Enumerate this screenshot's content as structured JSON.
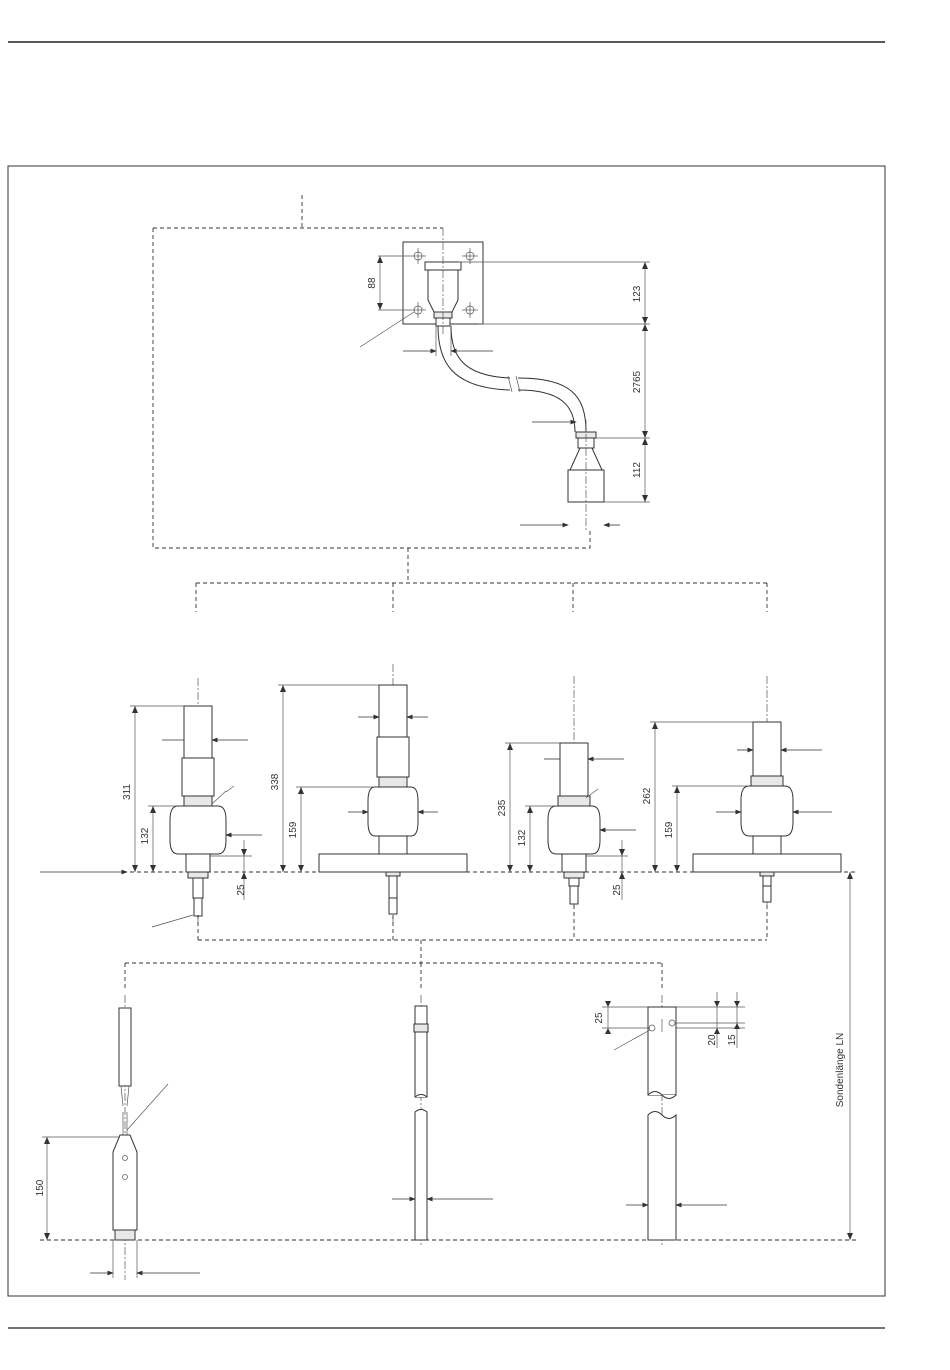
{
  "dimensions": {
    "mount_hole_spacing": "88",
    "housing_height": "123",
    "cable_length": "2765",
    "remote_housing_height": "112",
    "h_variant_a": "311",
    "h_variant_a_lower": "132",
    "h_variant_b": "338",
    "h_variant_b_lower": "159",
    "h_variant_c": "235",
    "h_variant_c_lower": "132",
    "h_variant_d": "262",
    "h_variant_d_lower": "159",
    "thread_a": "25",
    "thread_c": "25",
    "weight_length": "150",
    "rod_top_offset": "25",
    "rod_hole_a": "20",
    "rod_hole_b": "15"
  },
  "labels": {
    "probe_length": "Sondenlänge LN"
  }
}
